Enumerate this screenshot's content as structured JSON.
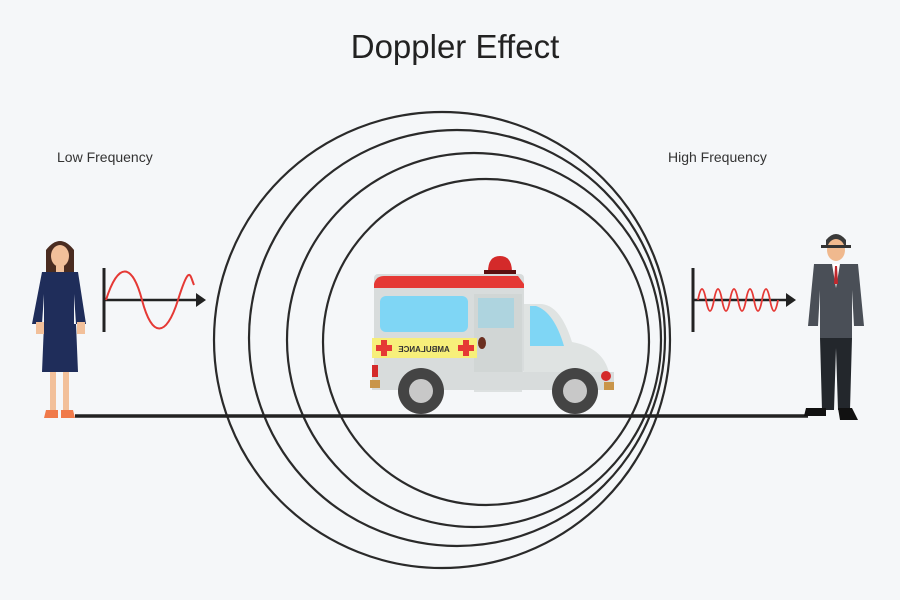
{
  "title": "Doppler Effect",
  "left_label": "Low Frequency",
  "right_label": "High Frequency",
  "ambulance_text": "AMBULANCE",
  "colors": {
    "wave": "#e53935",
    "line": "#222222",
    "background": "#f5f7f9"
  }
}
